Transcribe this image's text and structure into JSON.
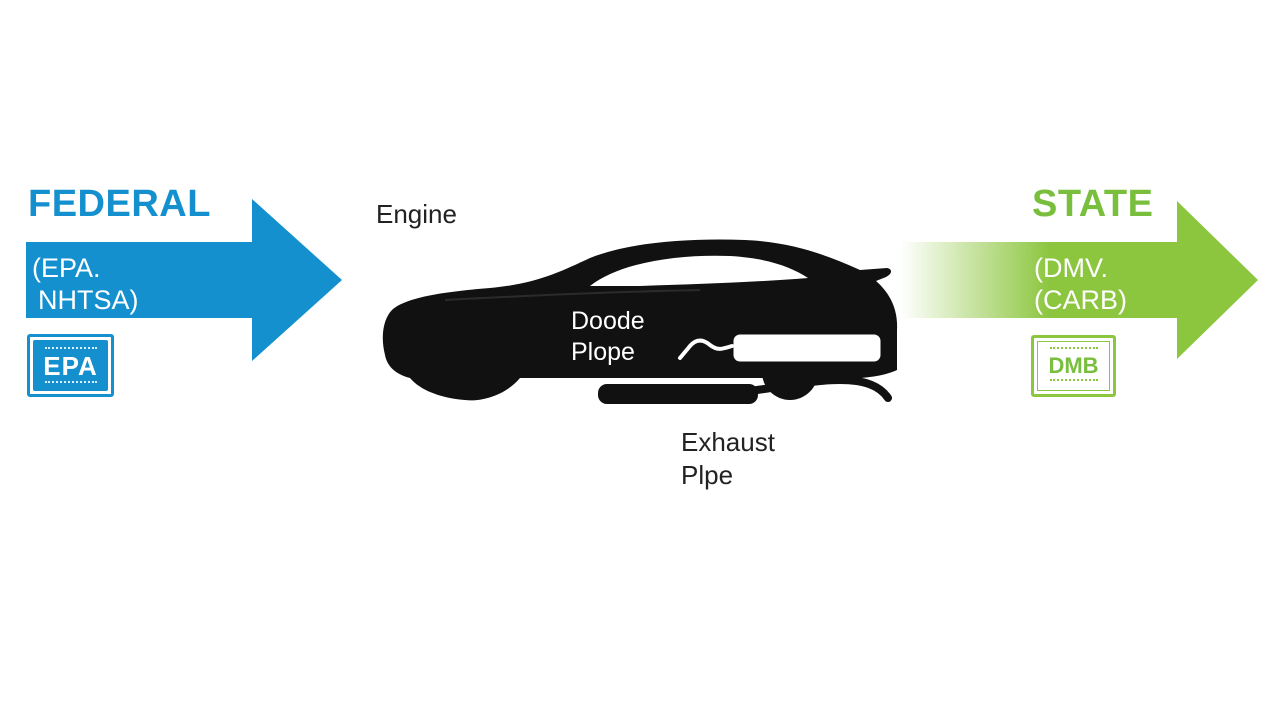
{
  "federal": {
    "heading": "FEDERAL",
    "agencies_line_1": "(EPA.",
    "agencies_line_2": "NHTSA)",
    "badge_text": "EPA",
    "color": "#1590cf"
  },
  "state": {
    "heading": "STATE",
    "agencies_line_1": "(DMV.",
    "agencies_line_2": "(CARB)",
    "badge_text": "DMB",
    "color": "#79bf3d"
  },
  "car": {
    "engine_label": "Engine",
    "body_label_line_1": "Doode",
    "body_label_line_2": "Plope",
    "exhaust_label_line_1": "Exhaust",
    "exhaust_label_line_2": "Plpe",
    "color": "#111111"
  }
}
